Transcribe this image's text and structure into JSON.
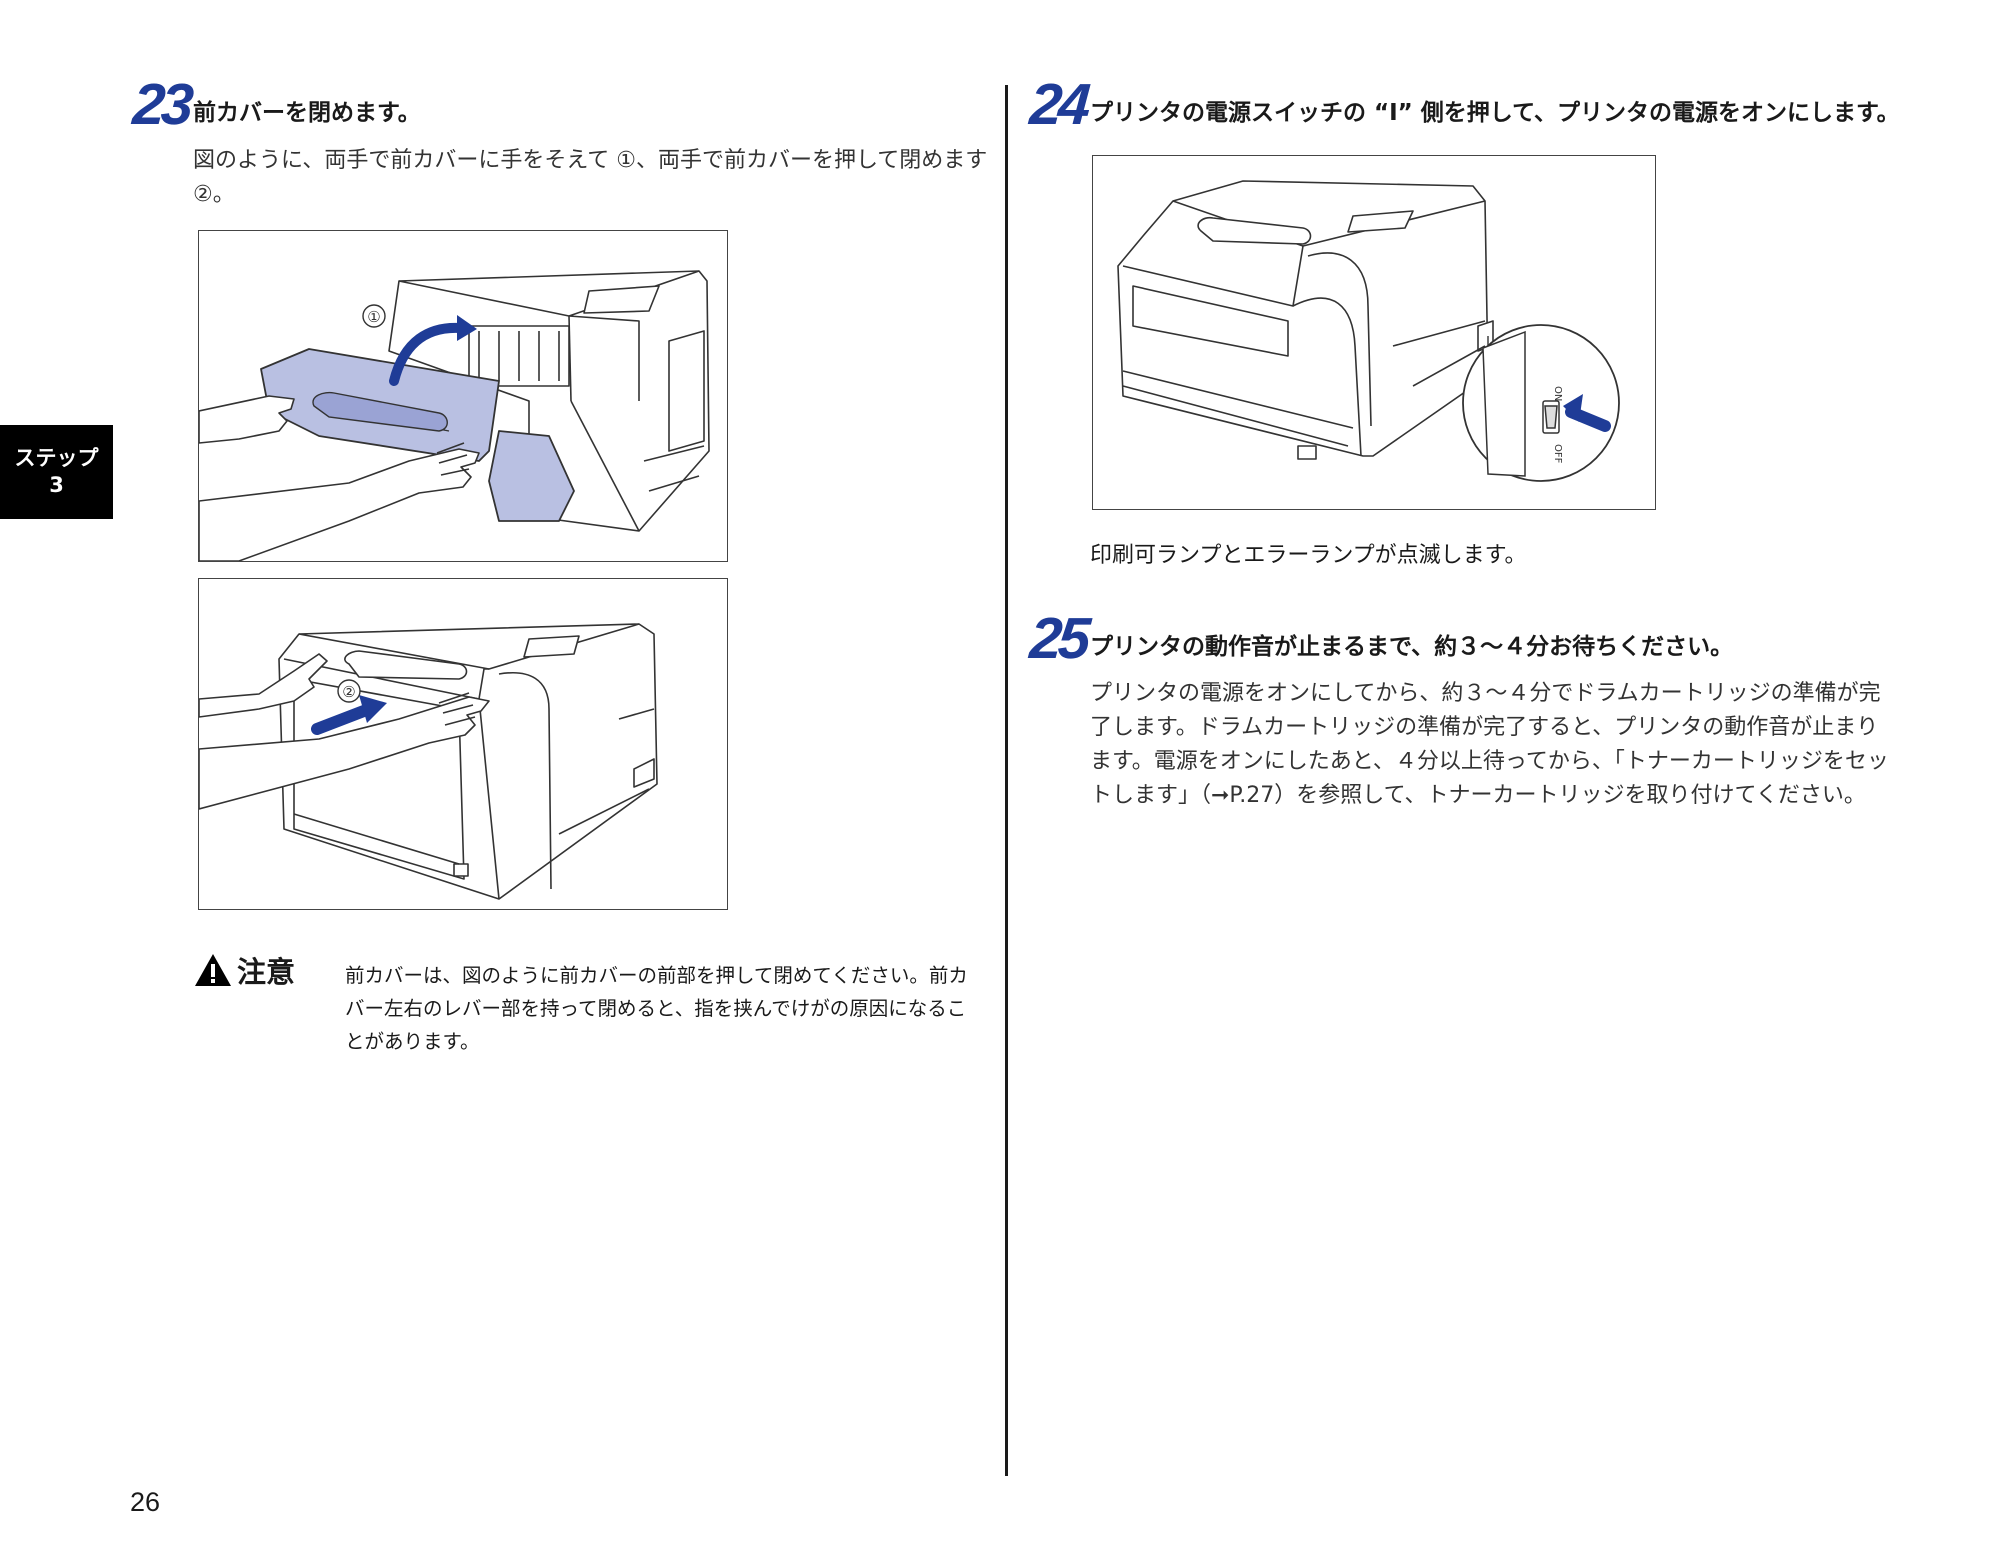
{
  "side_tab": {
    "line1": "ステップ",
    "line2": "3"
  },
  "steps": {
    "s23": {
      "num": "23",
      "title": "前カバーを閉めます。",
      "body_line1": "図のように、両手で前カバーに手をそえて ①、両手で前カバーを押して閉めます",
      "body_line2": "②。",
      "callout1": "①",
      "callout2": "②"
    },
    "s24": {
      "num": "24",
      "title": "プリンタの電源スイッチの “I” 側を押して、プリンタの電源をオンにします。",
      "note": "印刷可ランプとエラーランプが点滅します。",
      "switch_on": "ON",
      "switch_off": "OFF"
    },
    "s25": {
      "num": "25",
      "title": "プリンタの動作音が止まるまで、約３～４分お待ちください。",
      "lines": [
        "プリンタの電源をオンにしてから、約３～４分でドラムカートリッジの準備が完",
        "了します。ドラムカートリッジの準備が完了すると、プリンタの動作音が止まり",
        "ます。電源をオンにしたあと、４分以上待ってから、「トナーカートリッジをセッ",
        "トします」（➞P.27）を参照して、トナーカートリッジを取り付けてください。"
      ]
    }
  },
  "caution": {
    "label": "注意",
    "lines": [
      "前カバーは、図のように前カバーの前部を押して閉めてください。前カ",
      "バー左右のレバー部を持って閉めると、指を挟んでけがの原因になるこ",
      "とがあります。"
    ]
  },
  "page_number": "26",
  "colors": {
    "accent": "#1f3c97",
    "cover_fill": "#b9c0e2",
    "text": "#1a1a1a"
  },
  "icons": {
    "caution": "warning-triangle-icon"
  }
}
